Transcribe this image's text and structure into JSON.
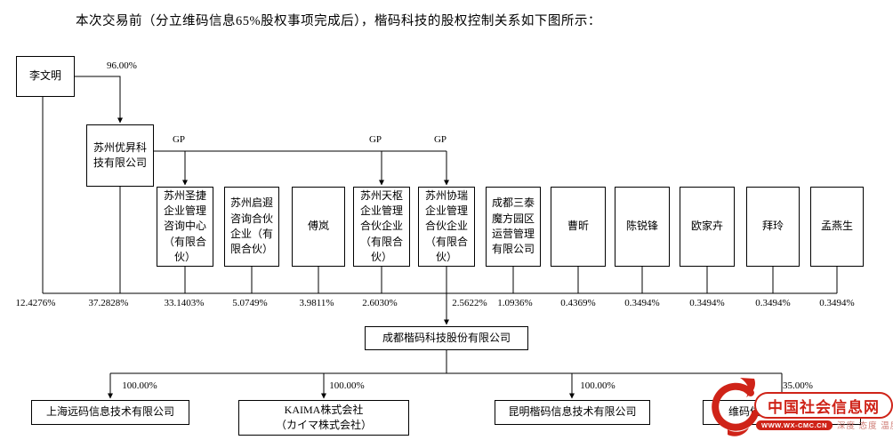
{
  "title": "本次交易前（分立维码信息65%股权事项完成后），楷码科技的股权控制关系如下图所示：",
  "gp_label": "GP",
  "top": {
    "person": "李文明",
    "person_to_holdco_pct": "96.00%",
    "holdco": "苏州优昇科技有限公司",
    "person_pct": "12.4276%",
    "holdco_pct": "37.2828%"
  },
  "shareholders": [
    {
      "name": "苏州圣捷企业管理咨询中心（有限合伙）",
      "pct": "33.1403%"
    },
    {
      "name": "苏州启遐咨询合伙企业（有限合伙）",
      "pct": "5.0749%"
    },
    {
      "name": "傅岚",
      "pct": "3.9811%"
    },
    {
      "name": "苏州天枢企业管理合伙企业（有限合伙）",
      "pct": "2.6030%"
    },
    {
      "name": "苏州协瑞企业管理合伙企业（有限合伙）",
      "pct": "2.5622%"
    },
    {
      "name": "成都三泰魔方园区运营管理有限公司",
      "pct": "1.0936%"
    },
    {
      "name": "曹昕",
      "pct": "0.4369%"
    },
    {
      "name": "陈锐锋",
      "pct": "0.3494%"
    },
    {
      "name": "欧家卉",
      "pct": "0.3494%"
    },
    {
      "name": "拜玲",
      "pct": "0.3494%"
    },
    {
      "name": "孟燕生",
      "pct": "0.3494%"
    }
  ],
  "company": "成都楷码科技股份有限公司",
  "subsidiaries": [
    {
      "name": "上海远码信息技术有限公司",
      "pct": "100.00%"
    },
    {
      "name": "KAIMA株式会社",
      "name2": "（カイマ株式会社）",
      "pct": "100.00%"
    },
    {
      "name": "昆明楷码信息技术有限公司",
      "pct": "100.00%"
    },
    {
      "name": "维码信息技术（苏州）",
      "pct": "35.00%"
    }
  ],
  "watermark": {
    "name": "中国社会信息网",
    "url": "WWW.WX-CMC.CN",
    "slogan": "深度 态度 温度"
  },
  "colors": {
    "line": "#000000",
    "watermark_red": "#cf2318"
  }
}
